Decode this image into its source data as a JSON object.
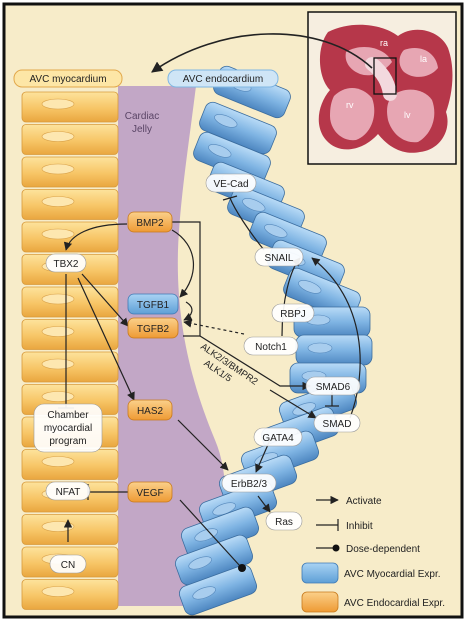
{
  "headers": {
    "myocardium": "AVC myocardium",
    "endocardium": "AVC endocardium"
  },
  "cardiac_jelly": [
    "Cardiac",
    "Jelly"
  ],
  "heart_inset": {
    "ra": "ra",
    "la": "la",
    "rv": "rv",
    "lv": "lv"
  },
  "nodes": {
    "bmp2": "BMP2",
    "tbx2": "TBX2",
    "tgfb1": "TGFB1",
    "tgfb2": "TGFB2",
    "has2": "HAS2",
    "vegf": "VEGF",
    "nfat": "NFAT",
    "cn": "CN",
    "chamber_program": [
      "Chamber",
      "myocardial",
      "program"
    ],
    "ve_cad": "VE-Cad",
    "snail": "SNAIL",
    "rbpj": "RBPJ",
    "notch1": "Notch1",
    "smad6": "SMAD6",
    "smad": "SMAD",
    "gata4": "GATA4",
    "erbb23": "ErbB2/3",
    "ras": "Ras"
  },
  "receptor_label": [
    "ALK2/3/BMPR2",
    "ALK1/5"
  ],
  "legend": {
    "activate": "Activate",
    "inhibit": "Inhibit",
    "dose_dependent": "Dose-dependent",
    "myocardial_expr": "AVC Myocardial Expr.",
    "endocardial_expr": "AVC Endocardial Expr."
  },
  "colors": {
    "frame": "#111111",
    "background_cream": "#f7ecc9",
    "jelly": "#b89bc6",
    "myocardial_cell": "#f5c46a",
    "endocardial_cell": "#86b9e6",
    "heart_tissue": "#b6374a",
    "orange_node": "#f4ab4e",
    "blue_node": "#7fb6e3"
  }
}
